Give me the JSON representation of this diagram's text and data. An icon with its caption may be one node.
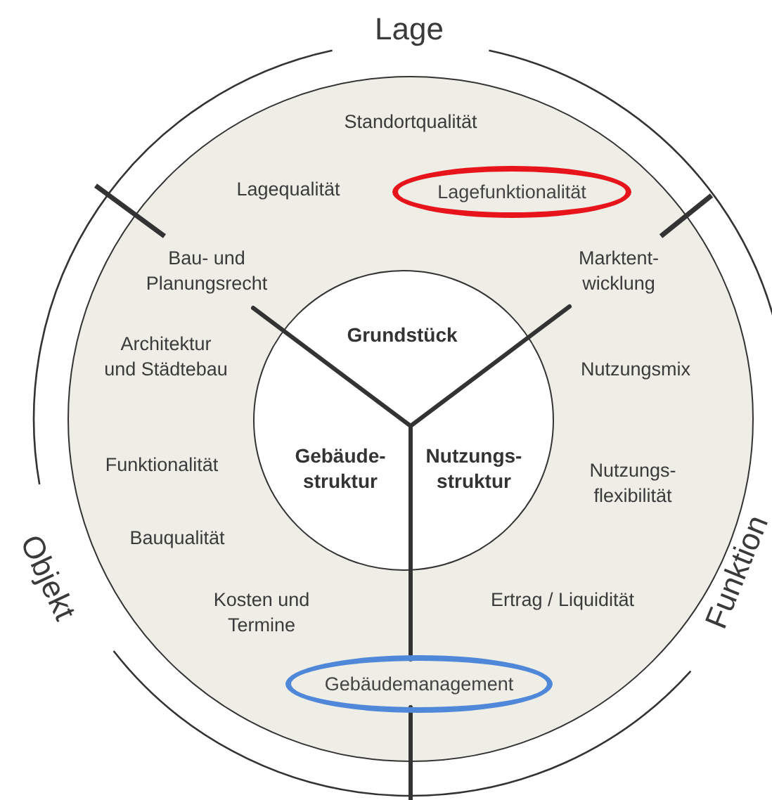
{
  "diagram": {
    "nodes": [
      {
        "text": [],
        "shape": "circle"
      },
      {
        "text": [
          "Grundstück",
          "Gebäude- struktur",
          "Nutzungs- struktur"
        ],
        "in": 0
      },
      {
        "text": [
          "Lagefunktionalität"
        ],
        "in": 0
      },
      {
        "text": [
          "Gebäudemanagement"
        ],
        "in": 0
      }
    ],
    "labels": [
      "Lage",
      "Standortqualität",
      "Lagequalität",
      "Bau- und Planungsrecht",
      "Marktent- wicklung",
      "Architektur und Städtebau",
      "Nutzungsmix",
      "Funktionalität",
      "Nutzungs- flexibilität",
      "Objekt",
      "Bauqualität",
      "Funktion",
      "Kosten und Termine",
      "Ertrag / Liquidität"
    ]
  }
}
